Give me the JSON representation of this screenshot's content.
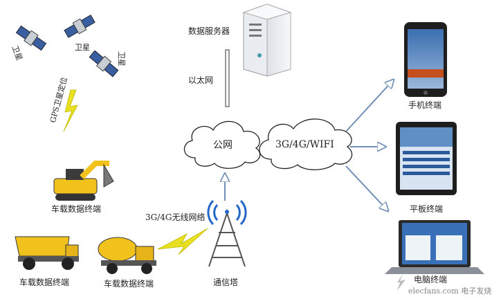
{
  "labels": {
    "satellite_1": "卫星",
    "satellite_2": "卫星",
    "satellite_3": "卫星",
    "gps_link": "GPS卫星定位",
    "data_server": "数据服务器",
    "ethernet": "以太网",
    "public_net": "公网",
    "mobile_net": "3G/4G/WIFI",
    "phone_terminal": "手机终端",
    "tablet_terminal": "平板终端",
    "pc_terminal": "电脑终端",
    "vehicle_terminal_excavator": "车载数据终端",
    "vehicle_terminal_dump": "车载数据终端",
    "vehicle_terminal_mixer": "车载数据终端",
    "wireless_net": "3G/4G无线网络",
    "comm_tower": "通信塔",
    "watermark": "elecfans.com 电子发烧友"
  },
  "colors": {
    "arrow": "#6f8fb5",
    "lightning": "#e8e020",
    "machine_yellow": "#f2c21c",
    "tower_blue": "#2266cc"
  }
}
